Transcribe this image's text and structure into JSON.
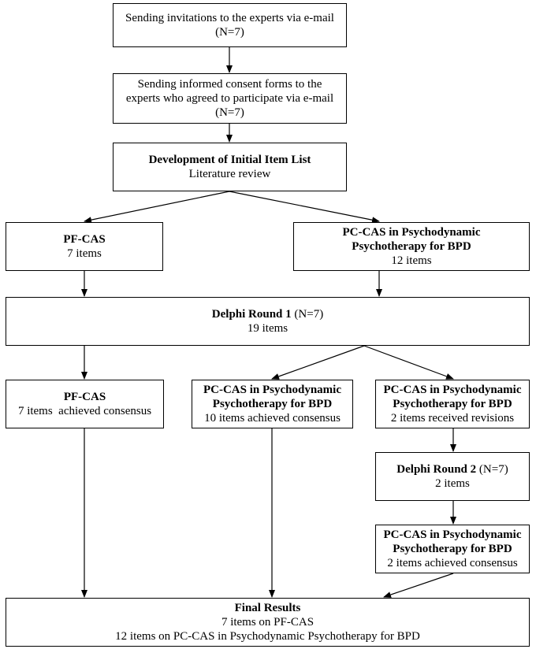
{
  "boxes": {
    "invitations": {
      "line1": "Sending invitations to the experts via e-mail",
      "line2": "(N=7)"
    },
    "consent": {
      "line1": "Sending informed consent forms to the",
      "line2": "experts who agreed to participate via e-mail",
      "line3": "(N=7)"
    },
    "initial_list": {
      "title": "Development of Initial Item List",
      "sub": "Literature review"
    },
    "pf_cas_initial": {
      "title": "PF-CAS",
      "sub": "7 items"
    },
    "pc_cas_initial": {
      "title1": "PC-CAS in Psychodynamic",
      "title2": "Psychotherapy for BPD",
      "sub": "12 items"
    },
    "delphi1": {
      "title": "Delphi Round 1",
      "n": " (N=7)",
      "sub": "19 items"
    },
    "pf_cas_consensus": {
      "title": "PF-CAS",
      "sub": "7 items  achieved consensus"
    },
    "pc_cas_consensus": {
      "title1": "PC-CAS in Psychodynamic",
      "title2": "Psychotherapy for BPD",
      "sub": "10 items achieved consensus"
    },
    "pc_cas_revisions": {
      "title1": "PC-CAS in Psychodynamic",
      "title2": "Psychotherapy for BPD",
      "sub": "2 items received revisions"
    },
    "delphi2": {
      "title": "Delphi Round 2",
      "n": " (N=7)",
      "sub": "2 items"
    },
    "pc_cas_round2": {
      "title1": "PC-CAS in Psychodynamic",
      "title2": "Psychotherapy for BPD",
      "sub": "2 items achieved consensus"
    },
    "final": {
      "title": "Final Results",
      "line1": "7 items on PF-CAS",
      "line2": "12 items on PC-CAS in Psychodynamic Psychotherapy for BPD"
    }
  }
}
